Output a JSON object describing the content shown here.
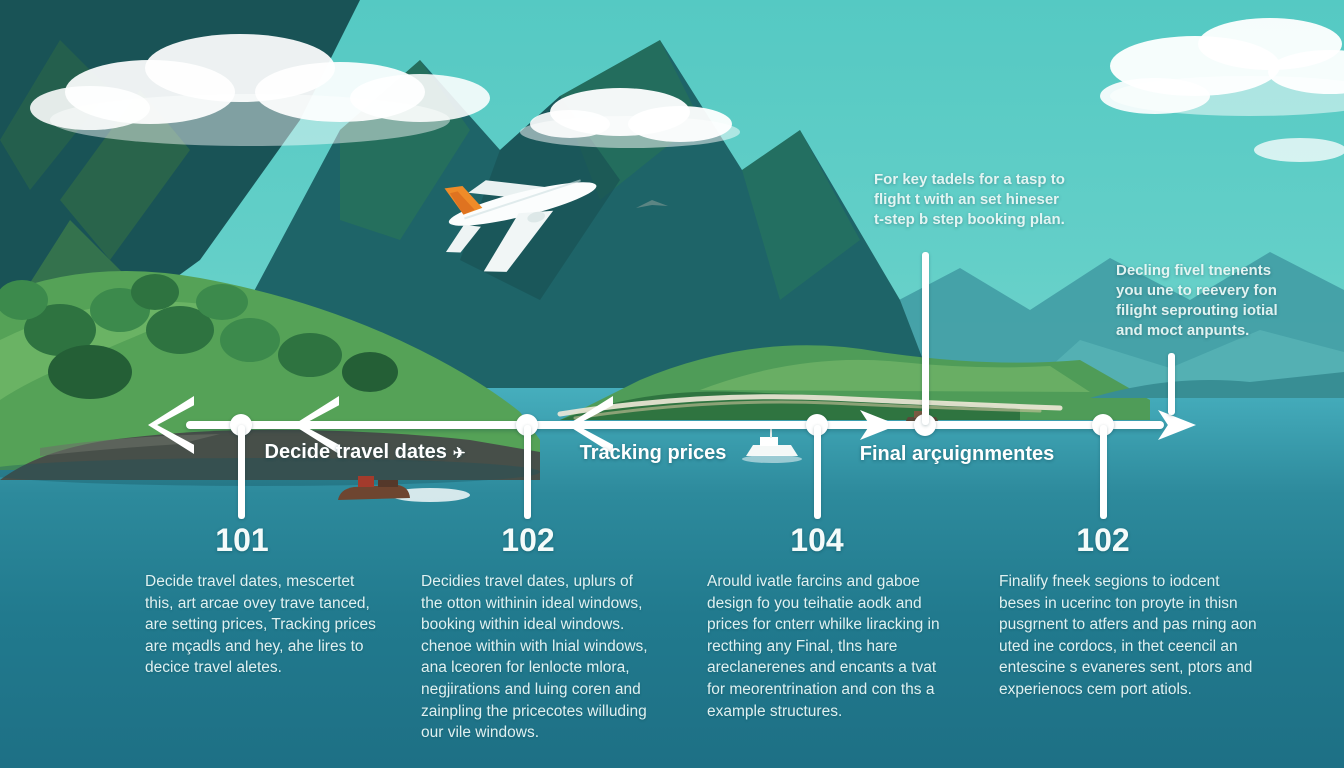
{
  "annotations": {
    "top": {
      "lines": [
        "For key tadels for a tasp to",
        "flight t with an set hineser",
        "t-step b step booking plan."
      ]
    },
    "right": {
      "lines": [
        "Decling fivel tnenents",
        "you une to reevery fon",
        "filight seprouting iotial",
        "and moct anpunts."
      ]
    }
  },
  "timeline": {
    "stages": [
      {
        "label": "Decide travel dates",
        "glyph": "✈"
      },
      {
        "label": "Tracking prices",
        "glyph": ""
      },
      {
        "label": "Final arçuignmentes",
        "glyph": ""
      }
    ]
  },
  "milestones": [
    {
      "number": "101",
      "lines": [
        "Decide travel dates, mescertet",
        "this, art arcae ovey trave tanced,",
        "are setting prices, Tracking prices",
        "are mçadls and hey, ahe lires to",
        "decice travel aletes."
      ]
    },
    {
      "number": "102",
      "lines": [
        "Decidies travel dates, uplurs of",
        "the otton withinin ideal windows,",
        "booking within ideal windows.",
        "chenoe within with lnial windows,",
        "ana lceoren for lenlocte mlora,",
        "negjirations and luing coren and",
        "zainpling the pricecotes willuding",
        "our vile windows."
      ]
    },
    {
      "number": "104",
      "lines": [
        "Arould ivatle farcins and gaboe",
        "design fo you teihatie aodk and",
        "prices for cnterr whilke liracking in",
        "recthing any Final, tlns hare",
        "areclanerenes and encants a tvat",
        "for meorentrination and con ths a",
        "example structures."
      ]
    },
    {
      "number": "102",
      "lines": [
        "Finalify fneek segions to iodcent",
        "beses in ucerinc ton proyte in thisn",
        "pusgrnent to atfers and pas rning aon",
        "uted ine cordocs, in thet ceencil an",
        "entescine s evaneres sent, ptors and",
        "experienocs cem port atiols."
      ]
    }
  ],
  "colors": {
    "sky": "#59cbc5",
    "water_top": "#46aebd",
    "water_bottom": "#1e7085",
    "timeline_white": "#ffffff",
    "text_light": "#eef8f7",
    "plane_accent": "#ef8b28"
  }
}
